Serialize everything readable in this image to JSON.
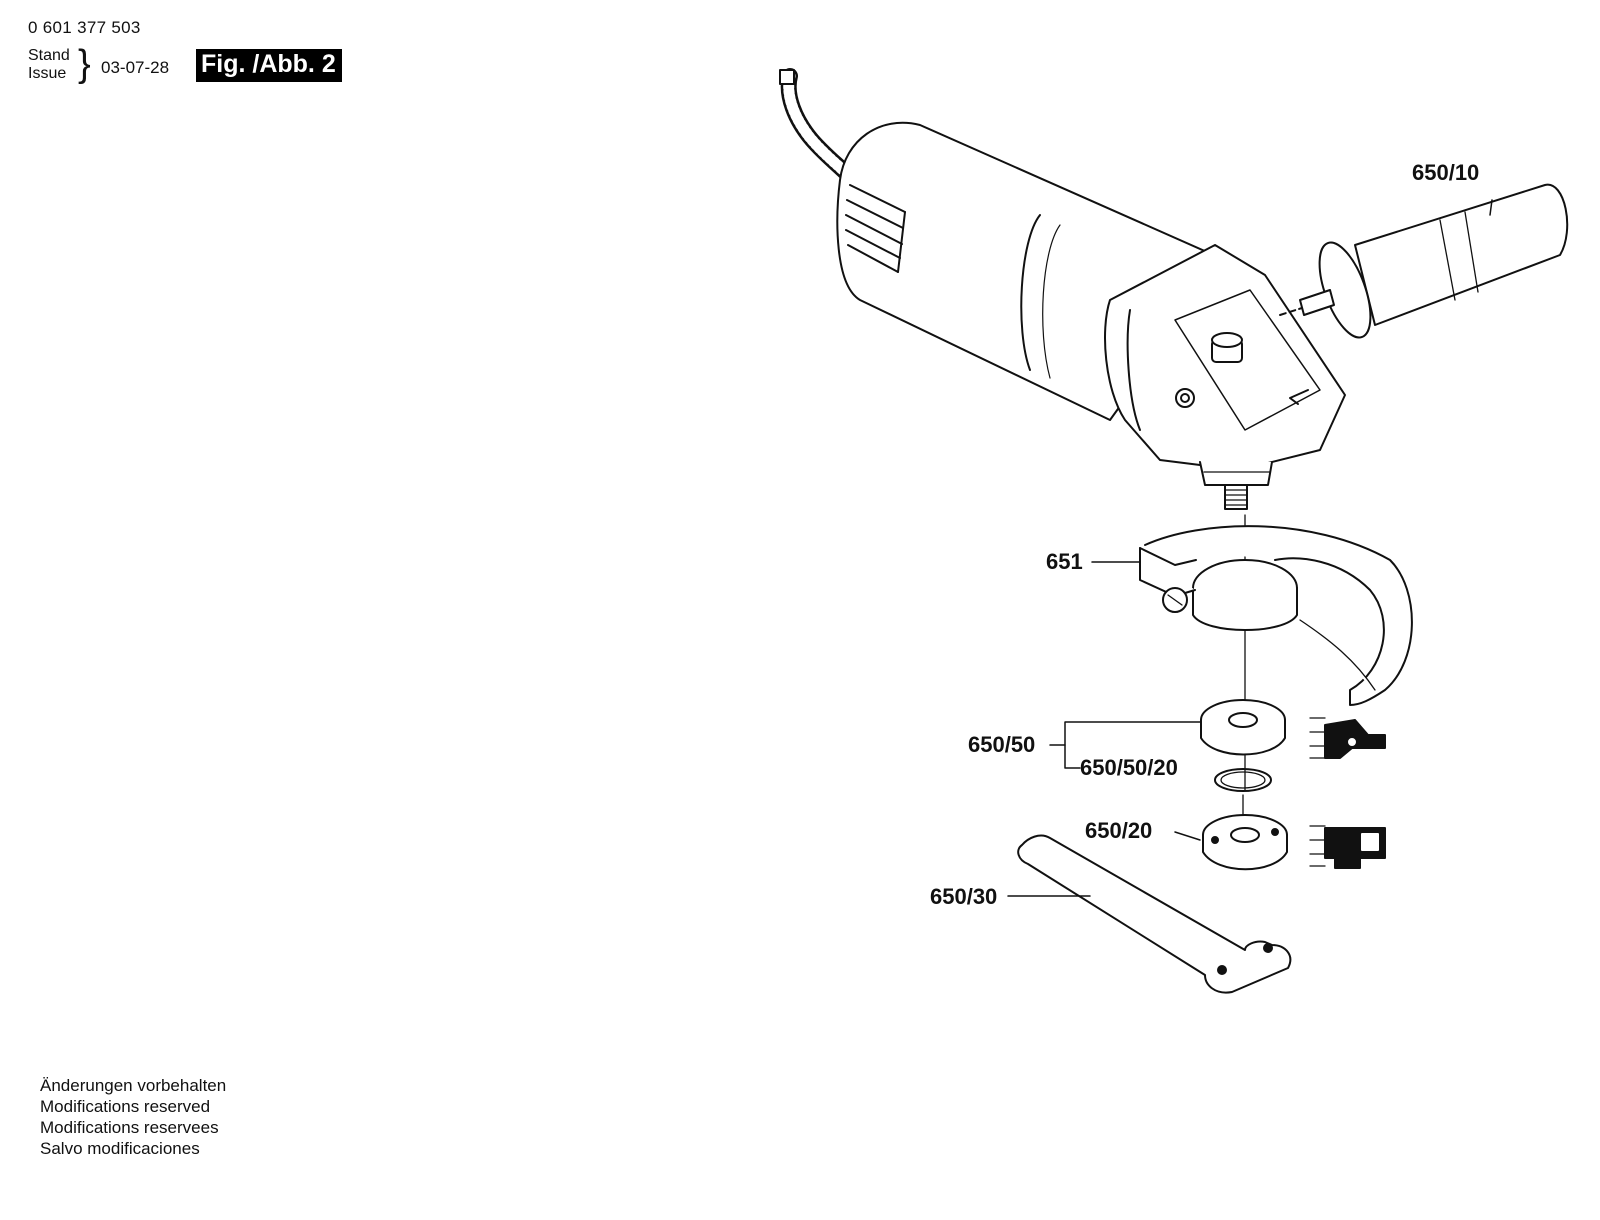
{
  "header": {
    "part_number": "0 601 377 503",
    "stand_label": "Stand",
    "issue_label": "Issue",
    "date": "03-07-28",
    "figure_label": "Fig. /Abb. 2"
  },
  "callouts": {
    "side_handle": "650/10",
    "guard": "651",
    "flange": "650/50",
    "o_ring": "650/50/20",
    "clamping_nut": "650/20",
    "spanner": "650/30"
  },
  "footer": {
    "line1": "Änderungen vorbehalten",
    "line2": "Modifications reserved",
    "line3": "Modifications reservees",
    "line4": "Salvo modificaciones"
  }
}
